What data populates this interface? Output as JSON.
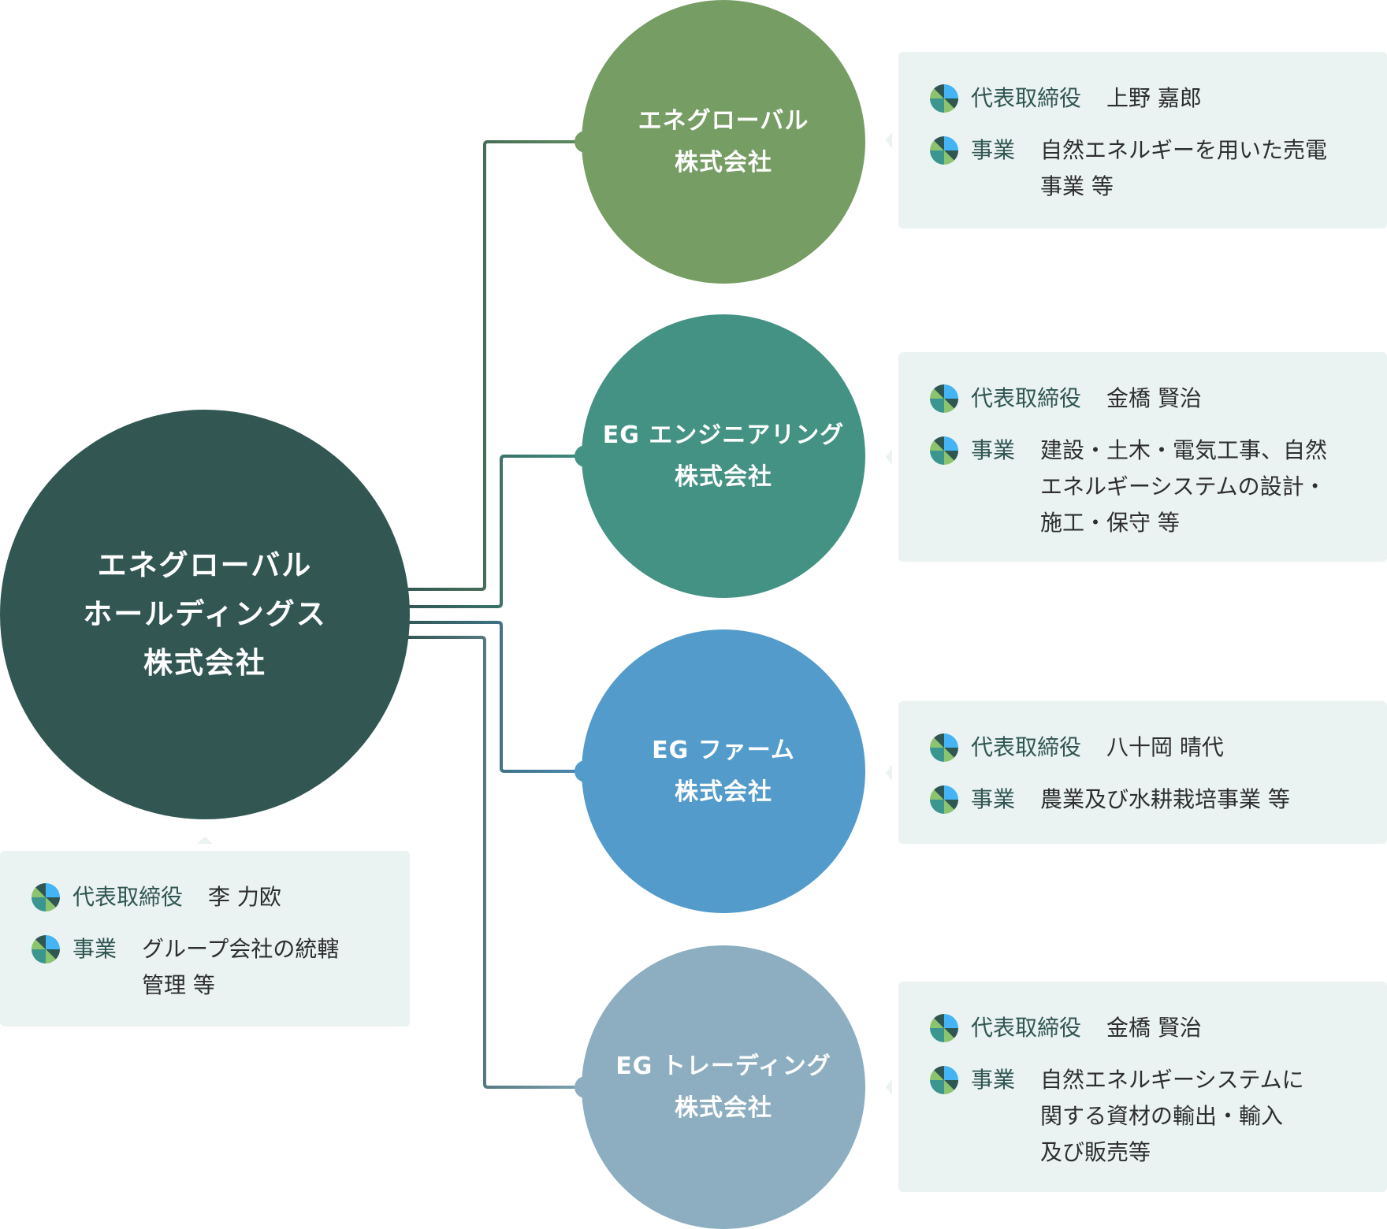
{
  "colors": {
    "main": "#325753",
    "c1": "#769d63",
    "c2": "#439283",
    "c3": "#529bcb",
    "c4": "#8caec0",
    "box": "#eaf2f2"
  },
  "parent": {
    "name": "エネグローバル\nホールディングス\n株式会社",
    "rep_label": "代表取締役",
    "rep": "李 力欧",
    "biz_label": "事業",
    "biz": "グループ会社の統轄\n管理 等"
  },
  "subsidiaries": [
    {
      "name": "エネグローバル\n株式会社",
      "rep_label": "代表取締役",
      "rep": "上野 嘉郎",
      "biz_label": "事業",
      "biz": "自然エネルギーを用いた売電\n事業 等"
    },
    {
      "name": "EG エンジニアリング\n株式会社",
      "rep_label": "代表取締役",
      "rep": "金橋 賢治",
      "biz_label": "事業",
      "biz": "建設・土木・電気工事、自然\nエネルギーシステムの設計・\n施工・保守 等"
    },
    {
      "name": "EG ファーム\n株式会社",
      "rep_label": "代表取締役",
      "rep": "八十岡 晴代",
      "biz_label": "事業",
      "biz": "農業及び水耕栽培事業 等"
    },
    {
      "name": "EG トレーディング\n株式会社",
      "rep_label": "代表取締役",
      "rep": "金橋 賢治",
      "biz_label": "事業",
      "biz": "自然エネルギーシステムに\n関する資材の輸出・輸入\n及び販売等"
    }
  ]
}
